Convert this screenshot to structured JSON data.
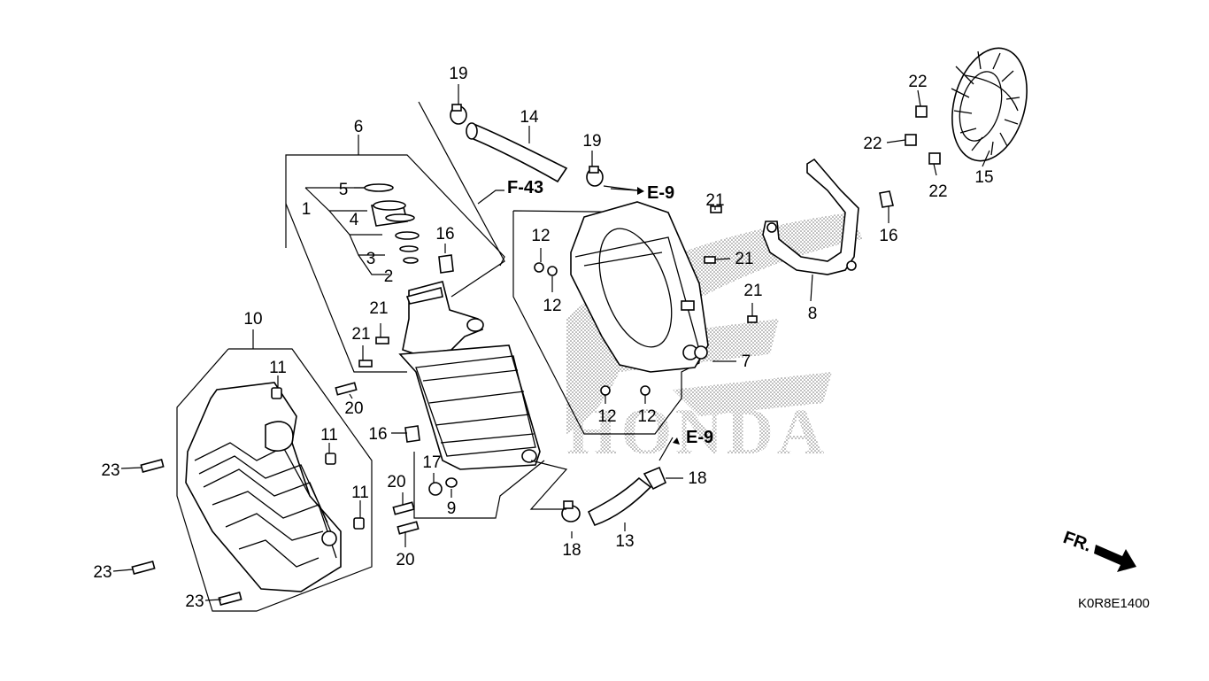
{
  "diagram": {
    "code": "K0R8E1400",
    "direction_label": "FR.",
    "watermark": "HONDA",
    "refs": [
      "F-43",
      "E-9",
      "E-9"
    ],
    "callouts": {
      "c1": "1",
      "c2": "2",
      "c3": "3",
      "c4": "4",
      "c5": "5",
      "c6": "6",
      "c7": "7",
      "c8": "8",
      "c9": "9",
      "c10": "10",
      "c11a": "11",
      "c11b": "11",
      "c11c": "11",
      "c12a": "12",
      "c12b": "12",
      "c12c": "12",
      "c12d": "12",
      "c13": "13",
      "c14": "14",
      "c15": "15",
      "c16a": "16",
      "c16b": "16",
      "c16c": "16",
      "c17": "17",
      "c18a": "18",
      "c18b": "18",
      "c19a": "19",
      "c19b": "19",
      "c20a": "20",
      "c20b": "20",
      "c20c": "20",
      "c21a": "21",
      "c21b": "21",
      "c21c": "21",
      "c21d": "21",
      "c21e": "21",
      "c22a": "22",
      "c22b": "22",
      "c22c": "22",
      "c23a": "23",
      "c23b": "23",
      "c23c": "23"
    }
  }
}
